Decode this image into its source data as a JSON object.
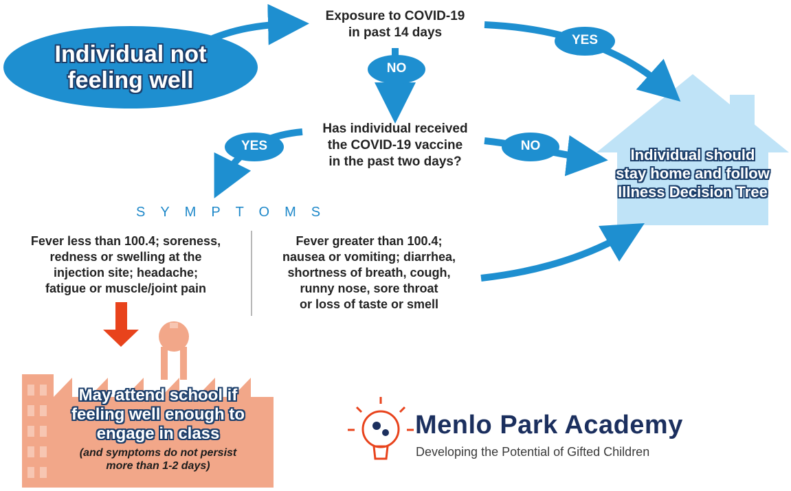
{
  "start": {
    "text_line1": "Individual not",
    "text_line2": "feeling well"
  },
  "question1": {
    "line1": "Exposure to COVID-19",
    "line2": "in past 14 days"
  },
  "question2": {
    "line1": "Has individual received",
    "line2": "the COVID-19 vaccine",
    "line3": "in the past two days?"
  },
  "labels": {
    "yes_top": "YES",
    "no_middle": "NO",
    "yes_left": "YES",
    "no_right": "NO"
  },
  "outcome_home": {
    "line1": "Individual should",
    "line2": "stay home and follow",
    "line3": "Illness Decision Tree"
  },
  "symptoms": {
    "heading": "SYMPTOMS",
    "mild": {
      "line1": "Fever less than 100.4; soreness,",
      "line2": "redness or swelling at the",
      "line3": "injection site; headache;",
      "line4": "fatigue or muscle/joint pain"
    },
    "severe": {
      "line1": "Fever greater than 100.4;",
      "line2": "nausea or vomiting; diarrhea,",
      "line3": "shortness of breath, cough,",
      "line4": "runny nose, sore throat",
      "line5": "or loss of taste or smell"
    }
  },
  "outcome_school": {
    "line1": "May attend school if",
    "line2": "feeling well enough to",
    "line3": "engage in class",
    "note1": "(and symptoms do not persist",
    "note2": "more than 1-2 days)"
  },
  "brand": {
    "name": "Menlo Park Academy",
    "tagline": "Developing the Potential of Gifted Children"
  },
  "colors": {
    "blue": "#1e8fd0",
    "light_blue": "#bfe3f7",
    "orange_red": "#e8431c",
    "salmon": "#f2a789",
    "navy": "#1c3f6b"
  }
}
